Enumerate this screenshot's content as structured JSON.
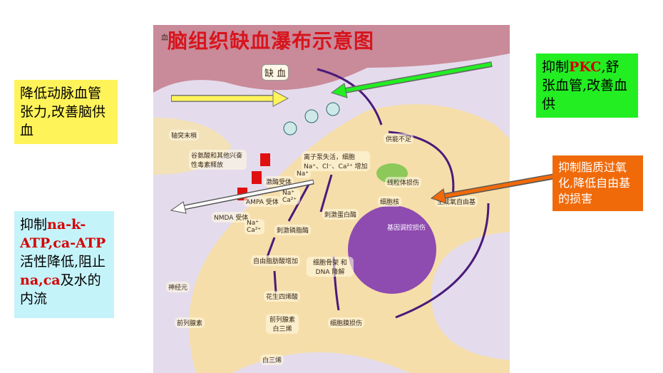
{
  "title": "脑组织缺血瀑布示意图",
  "corner_label": "血",
  "boxes": {
    "yellow": {
      "text": "降低动脉血管张力,改善脑供血",
      "color": "#fff35a"
    },
    "cyan": {
      "pre": "抑制",
      "red1": "na-k-ATP,ca-ATP",
      "mid": "活性降低,阻止",
      "red2": "na,ca",
      "post": "及水的内流",
      "color": "#c5f3fa"
    },
    "green": {
      "pre": "抑制",
      "red": "PKC",
      "post": ",舒张血管,改善血供",
      "color": "#22ee22"
    },
    "orange": {
      "text": "抑制脂质过氧化,降低自由基的损害",
      "color": "#f06a0a"
    }
  },
  "labels": {
    "ischemia": "缺 血",
    "axon": "轴突末梢",
    "glutamate": "谷氨酸和其他兴奋性毒素释放",
    "ion_pump": "离子泵失活，细胞 Na⁺、Cl⁻、Ca²⁺ 增加",
    "energy": "供能不足",
    "mito": "线粒体损伤",
    "nucleus": "细胞核",
    "ros": "生成氧自由基",
    "kinase": "激酶受体",
    "ampa": "AMPA 受体",
    "nmda": "NMDA 受体",
    "na1": "Na⁺",
    "na2": "Na⁺ Ca²⁺",
    "na3": "Na⁺ Ca²⁺",
    "protease": "刺激蛋白酶",
    "phospholipase": "刺激磷脂酶",
    "gene": "基因调控损伤",
    "ffa": "自由脂肪酸增加",
    "cytoskeleton": "细胞骨架 和 DNA 降解",
    "arachidonic": "花生四烯酸",
    "neuron": "神经元",
    "prostaglandin": "前列腺素",
    "pg_lt": "前列腺素 白三烯",
    "membrane": "细胞膜损伤",
    "leukotriene": "白三烯"
  }
}
